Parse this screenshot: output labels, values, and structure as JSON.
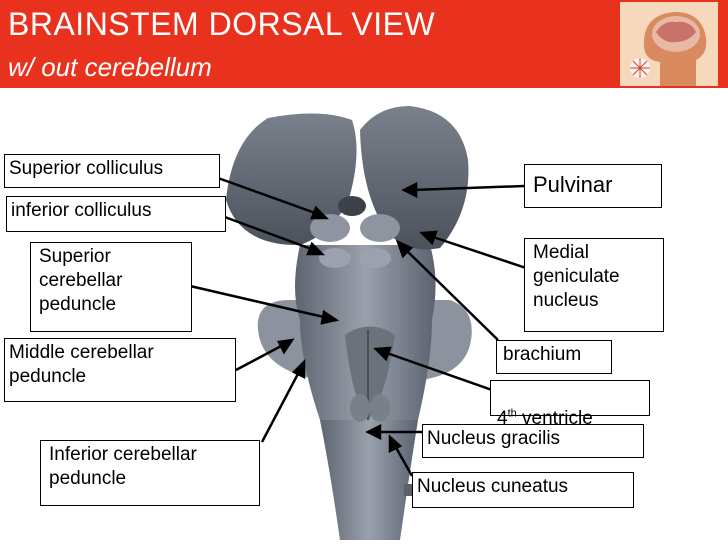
{
  "header": {
    "title": "BRAINSTEM DORSAL VIEW",
    "subtitle": "w/ out cerebellum",
    "color": "#e8321e"
  },
  "labels": {
    "superior_colliculus": "Superior colliculus",
    "inferior_colliculus": "inferior colliculus",
    "superior_cerebellar_peduncle": "Superior\ncerebellar\npeduncle",
    "middle_cerebellar_peduncle": "Middle cerebellar\npeduncle",
    "inferior_cerebellar_peduncle": "Inferior cerebellar\npeduncle",
    "pulvinar": "Pulvinar",
    "medial_geniculate_nucleus": "Medial\ngeniculate\nnucleus",
    "brachium": "brachium",
    "fourth_ventricle_sup": "4",
    "fourth_ventricle_sup_suffix": "th",
    "fourth_ventricle_rest": " ventricle",
    "nucleus_gracilis": "Nucleus gracilis",
    "nucleus_cuneatus": "Nucleus cuneatus"
  }
}
